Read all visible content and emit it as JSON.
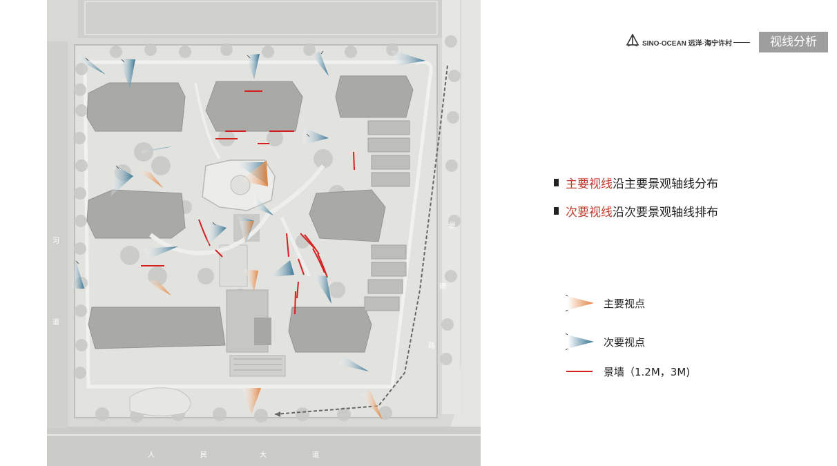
{
  "header": {
    "brand_text": "SINO-OCEAN 远洋·海宁许村",
    "logo_sub": "SINO-OCEAN",
    "section_title": "视线分析"
  },
  "legend": {
    "items": [
      {
        "highlight": "主要视线",
        "rest": "沿主要景观轴线分布"
      },
      {
        "highlight": "次要视线",
        "rest": "沿次要景观轴线排布"
      }
    ]
  },
  "key": {
    "primary_viewpoint": "主要视点",
    "secondary_viewpoint": "次要视点",
    "landscape_wall": "景墙（1.2M，3M)"
  },
  "map": {
    "road_west": [
      "河",
      "道"
    ],
    "road_east": [
      "景",
      "德",
      "路"
    ],
    "road_south": [
      "人",
      "民",
      "大",
      "道"
    ]
  },
  "colors": {
    "primary_view": "#e08a4a",
    "secondary_view": "#3a7f9c",
    "wall": "#d42020",
    "accent_text": "#c0392b",
    "badge": "#9e9e9e"
  }
}
